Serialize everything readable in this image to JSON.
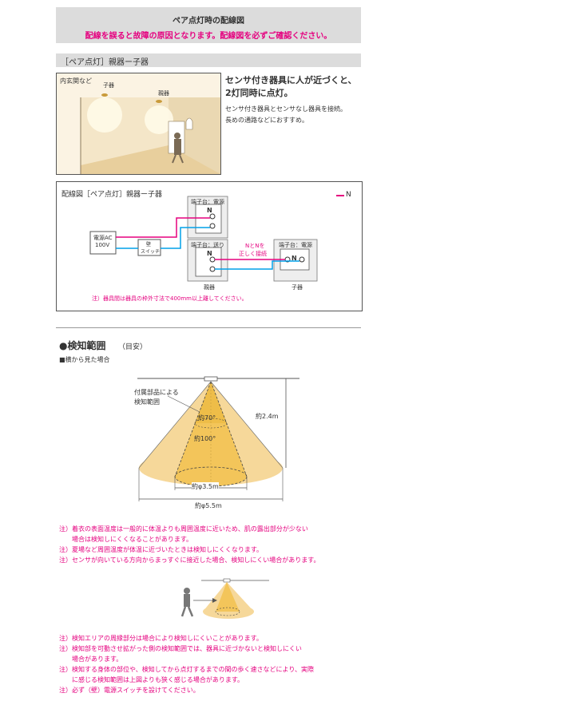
{
  "header": {
    "title": "ペア点灯時の配線図",
    "warning": "配線を誤ると故障の原因となります。配線図を必ずご確認ください。"
  },
  "section1": {
    "title": "［ペア点灯］親器ー子器",
    "scene_label": "内玄関など",
    "child_label": "子器",
    "parent_label": "親器",
    "headline_1": "センサ付き器具に人が近づくと、",
    "headline_2": "2灯同時に点灯。",
    "desc_1": "センサ付き器具とセンサなし器具を接続。",
    "desc_2": "長めの通路などにおすすめ。"
  },
  "wiring": {
    "title": "配線図［ペア点灯］親器ー子器",
    "legend_n": "N",
    "power_ac": "電源AC",
    "power_v": "100V",
    "switch_1": "壁",
    "switch_2": "スイッチ",
    "terminal_power": "端子台：電源",
    "terminal_out": "端子台：送り",
    "terminal_child": "端子台：電源",
    "n_mark": "N",
    "n_note_1": "NとNを",
    "n_note_2": "正しく接続",
    "parent": "親器",
    "child": "子器",
    "note": "注）器具間は器具の枠外寸法で400mm以上離してください。"
  },
  "detection": {
    "title": "●検知範囲",
    "title_suffix": "（目安）",
    "subtitle": "■横から見た場合",
    "accessory_1": "付属部品による",
    "accessory_2": "検知範囲",
    "angle_70": "約70°",
    "angle_100": "約100°",
    "height": "約2.4m",
    "dia_inner": "約φ3.5m",
    "dia_outer": "約φ5.5m"
  },
  "notes_a": [
    "注）着衣の表面温度は一般的に体温よりも周囲温度に近いため、肌の露出部分が少ない",
    "　　場合は検知しにくくなることがあります。",
    "注）夏場など周囲温度が体温に近づいたときは検知しにくくなります。",
    "注）センサが向いている方向からまっすぐに接近した場合、検知しにくい場合があります。"
  ],
  "notes_b": [
    "注）検知エリアの周縁部分は場合により検知しにくいことがあります。",
    "注）検知部を可動させ拡がった側の検知範囲では、器具に近づかないと検知しにくい",
    "　　場合があります。",
    "注）検知する身体の部位や、検知してから点灯するまでの間の歩く速さなどにより、実際",
    "　　に感じる検知範囲は上図よりも狭く感じる場合があります。",
    "注）必ず（壁）電源スイッチを設けてください。"
  ],
  "colors": {
    "magenta": "#e5007f",
    "cyan": "#00a0e9",
    "cone_outer": "#f6d89a",
    "cone_inner": "#f3c55a",
    "room_wall": "#f2e3c4"
  }
}
